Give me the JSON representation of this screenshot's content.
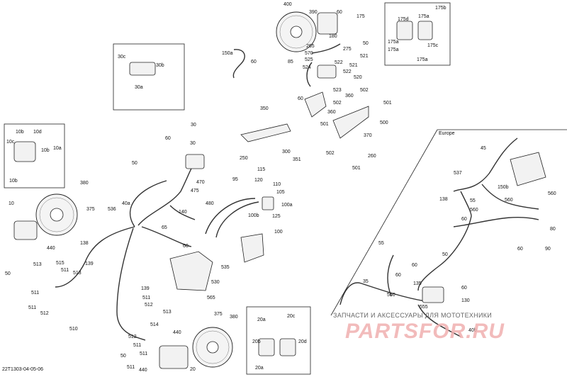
{
  "figure_code": "22T1303-04-05-06",
  "region_label": "Europe",
  "watermark": {
    "text": "ЗАПЧАСТИ И АКСЕССУАРЫ ДЛЯ МОТОТЕХНИКИ",
    "logo": "PARTSFOR.RU"
  },
  "callouts": {
    "c400": "400",
    "c390": "390",
    "c60a": "60",
    "c175": "175",
    "c180": "180",
    "c50a": "50",
    "c175b": "175b",
    "c175d": "175d",
    "c175a1": "175a",
    "c175a2": "175a",
    "c175c": "175c",
    "c175a3": "175a",
    "c175a4": "175a",
    "c150a": "150a",
    "c60b": "60",
    "c265": "265",
    "c570": "570",
    "c275": "275",
    "c521a": "521",
    "c525": "525",
    "c85": "85",
    "c524": "524",
    "c521b": "521",
    "c522a": "522",
    "c522b": "522",
    "c520": "520",
    "c523": "523",
    "c60c": "60",
    "c502a": "502",
    "c360a": "360",
    "c502b": "502",
    "c501a": "501",
    "c360b": "360",
    "c500": "500",
    "c501b": "501",
    "c370": "370",
    "c502c": "502",
    "c260": "260",
    "c501c": "501",
    "c350": "350",
    "c250": "250",
    "c300": "300",
    "c351": "351",
    "c30c": "30c",
    "c30b": "30b",
    "c30a": "30a",
    "c30": "30",
    "c10b1": "10b",
    "c10d": "10d",
    "c10c": "10c",
    "c10a": "10a",
    "c10b2": "10b",
    "c10b3": "10b",
    "c60d": "60",
    "c50b": "50",
    "c30x": "30",
    "c380a": "380",
    "c375a": "375",
    "c10": "10",
    "c536": "536",
    "c40a": "40a",
    "c140": "140",
    "c65": "65",
    "c60e": "60",
    "c470": "470",
    "c475": "475",
    "c480": "480",
    "c95": "95",
    "c115": "115",
    "c120": "120",
    "c110": "110",
    "c105": "105",
    "c100a": "100a",
    "c100b": "100b",
    "c125": "125",
    "c100": "100",
    "c138a": "138",
    "c440a": "440",
    "c535": "535",
    "c530": "530",
    "c565": "565",
    "c50c": "50",
    "c513a": "513",
    "c515": "515",
    "c511a": "511",
    "c139a": "139",
    "c513b": "513",
    "c511b": "511",
    "c511c": "511",
    "c512a": "512",
    "c510": "510",
    "c139b": "139",
    "c511d": "511",
    "c512b": "512",
    "c513c": "513",
    "c514": "514",
    "c512c": "512",
    "c440b": "440",
    "c50d": "50",
    "c511e": "511",
    "c511f": "511",
    "c440c": "440",
    "c511g": "511",
    "c20": "20",
    "c375b": "375",
    "c380b": "380",
    "c20a1": "20a",
    "c20c": "20c",
    "c20b": "20b",
    "c20d": "20d",
    "c20a2": "20a",
    "c45": "45",
    "c537": "537",
    "c150b": "150b",
    "c138b": "138",
    "c55a": "55",
    "c560a": "560",
    "c560b": "560",
    "c560c": "560",
    "c80": "80",
    "c60f": "60",
    "c90": "90",
    "c60g": "60",
    "c55b": "55",
    "c50e": "50",
    "c60h": "60",
    "c60i": "60",
    "c135": "135",
    "c60j": "60",
    "c35": "35",
    "c550": "550",
    "c555": "555",
    "c130": "130",
    "c40b": "40b"
  }
}
